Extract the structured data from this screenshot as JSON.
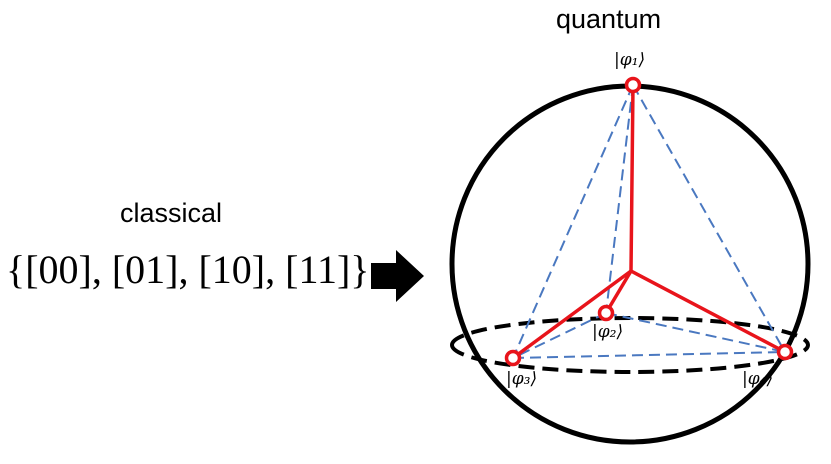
{
  "classical": {
    "title": "classical",
    "set": "{[00], [01], [10], [11]}"
  },
  "quantum": {
    "title": "quantum",
    "states": [
      "|φ₁⟩",
      "|φ₂⟩",
      "|φ₃⟩",
      "|φ₄⟩"
    ]
  },
  "colors": {
    "sphere": "#000000",
    "tetra_solid": "#e8141b",
    "tetra_dashed": "#4a78c0",
    "arrow": "#000000"
  }
}
